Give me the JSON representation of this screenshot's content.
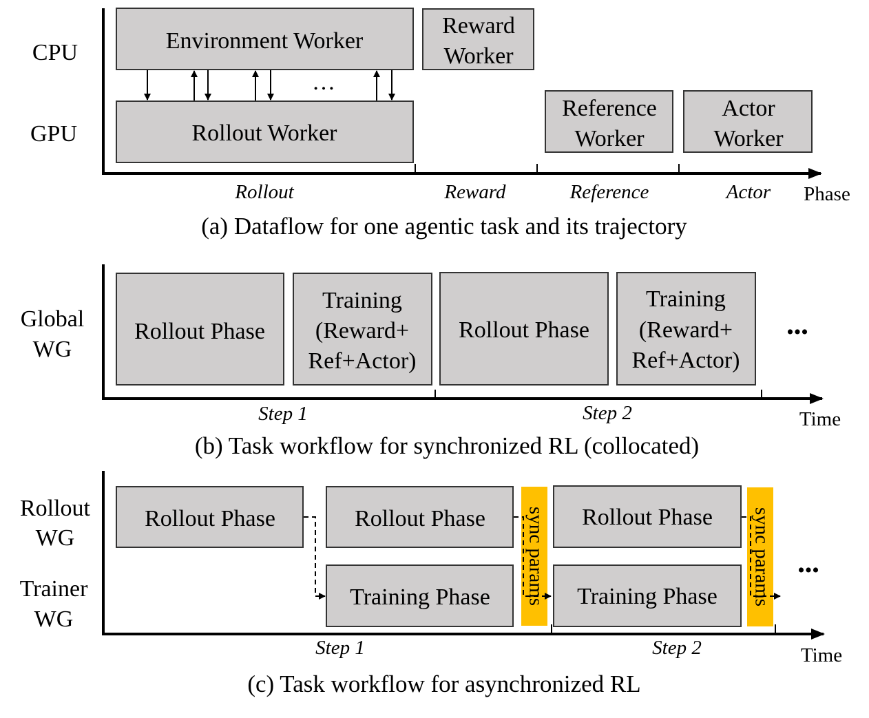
{
  "panel_a": {
    "row_labels": {
      "cpu": "CPU",
      "gpu": "GPU"
    },
    "boxes": {
      "environment_worker": "Environment Worker",
      "rollout_worker": "Rollout Worker",
      "reward_worker": [
        "Reward",
        "Worker"
      ],
      "reference_worker": [
        "Reference",
        "Worker"
      ],
      "actor_worker": [
        "Actor",
        "Worker"
      ]
    },
    "ellipsis": "…",
    "phases": [
      "Rollout",
      "Reward",
      "Reference",
      "Actor"
    ],
    "axis_label": "Phase",
    "caption": "(a) Dataflow for one agentic task and its trajectory"
  },
  "panel_b": {
    "row_label": [
      "Global",
      "WG"
    ],
    "boxes": {
      "rollout_phase_1": "Rollout Phase",
      "training_1": [
        "Training",
        "(Reward+",
        "Ref+Actor)"
      ],
      "rollout_phase_2": "Rollout Phase",
      "training_2": [
        "Training",
        "(Reward+",
        "Ref+Actor)"
      ]
    },
    "ellipsis": "•••",
    "steps": [
      "Step 1",
      "Step 2"
    ],
    "axis_label": "Time",
    "caption": "(b) Task workflow for synchronized RL (collocated)"
  },
  "panel_c": {
    "row_labels": {
      "rollout": [
        "Rollout",
        "WG"
      ],
      "trainer": [
        "Trainer",
        "WG"
      ]
    },
    "boxes": {
      "rollout_phase_1": "Rollout Phase",
      "rollout_phase_2": "Rollout Phase",
      "rollout_phase_3": "Rollout Phase",
      "training_phase_1": "Training Phase",
      "training_phase_2": "Training Phase"
    },
    "sync_label": "sync params",
    "ellipsis": "•••",
    "steps": [
      "Step 1",
      "Step 2"
    ],
    "axis_label": "Time",
    "caption": "(c) Task workflow for asynchronized RL"
  },
  "colors": {
    "box_fill": "#d0cece",
    "sync_fill": "#ffc000"
  }
}
